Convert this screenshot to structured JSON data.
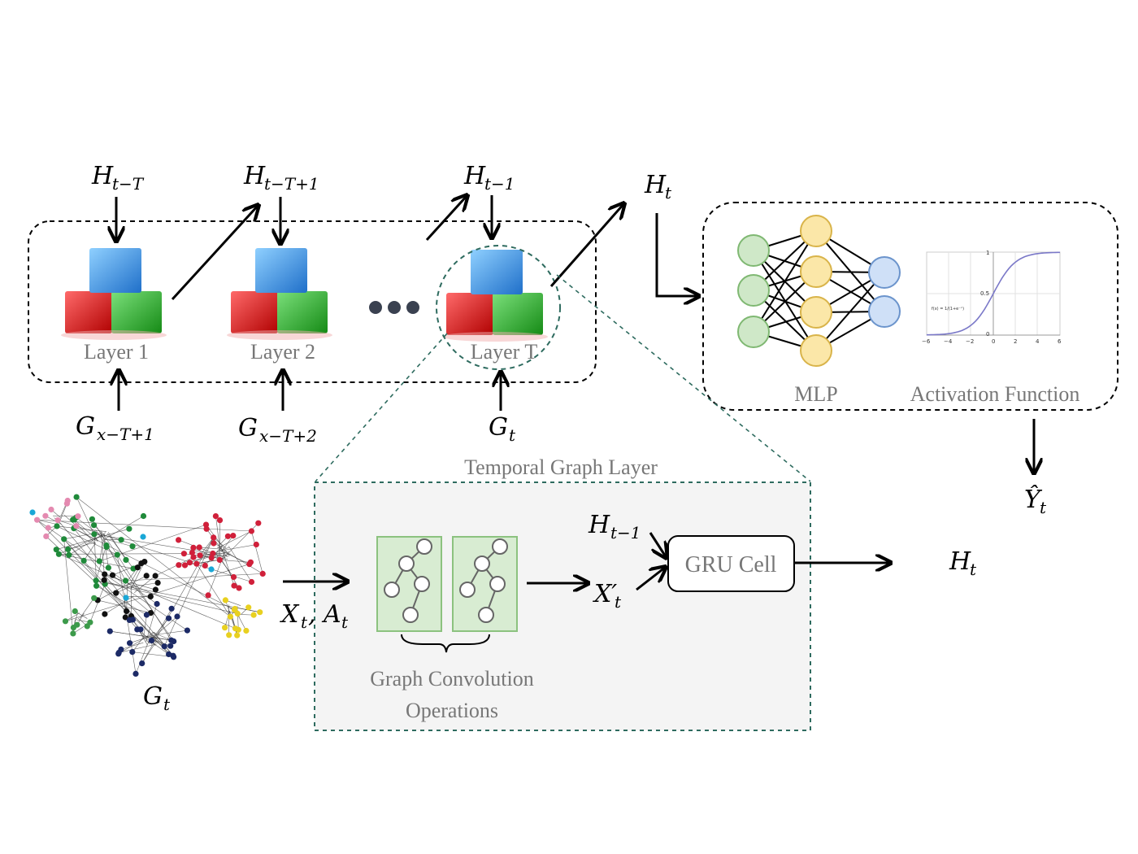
{
  "layers": {
    "layer1": "Layer 1",
    "layer2": "Layer 2",
    "layerT": "Layer T"
  },
  "inputs_top": {
    "h1_main": "H",
    "h1_sub": "t−T",
    "h2_main": "H",
    "h2_sub": "t−T+1",
    "h3_main": "H",
    "h3_sub": "t−1",
    "h4_main": "H",
    "h4_sub": "t"
  },
  "inputs_bottom": {
    "g1_main": "G",
    "g1_sub": "x−T+1",
    "g2_main": "G",
    "g2_sub": "x−T+2",
    "g3_main": "G",
    "g3_sub": "t"
  },
  "output_head": {
    "mlp": "MLP",
    "activation": "Activation Function",
    "y_main": "Ŷ",
    "y_sub": "t",
    "sigmoid_ticks_x": [
      "−6",
      "−4",
      "−2",
      "0",
      "2",
      "4",
      "6"
    ],
    "sigmoid_ticks_y": [
      "1",
      "0.5",
      "0"
    ],
    "sigmoid_formula": "f(x) = 1/(1+e⁻ˣ)"
  },
  "temporal_layer": {
    "title": "Temporal Graph Layer",
    "gconv_line1": "Graph Convolution",
    "gconv_line2": "Operations",
    "gru": "GRU Cell",
    "x_in_main": "X",
    "x_in_sub": "t",
    "a_in_main": "A",
    "a_in_sub": "t",
    "x_prime_main": "X′",
    "x_prime_sub": "t",
    "h_prev_main": "H",
    "h_prev_sub": "t−1",
    "h_out_main": "H",
    "h_out_sub": "t",
    "graph_main": "G",
    "graph_sub": "t"
  },
  "colors": {
    "cube_blue": "#3b9be8",
    "cube_red": "#e02020",
    "cube_green": "#2fb32f",
    "mlp_green": "#cfe8c8",
    "mlp_yellow": "#fbe7a8",
    "mlp_blue": "#cfe0f7",
    "panel_bg": "#f4f4f4",
    "dashed_teal": "#2e6b5f",
    "gconv_green": "#d8ecd2"
  }
}
